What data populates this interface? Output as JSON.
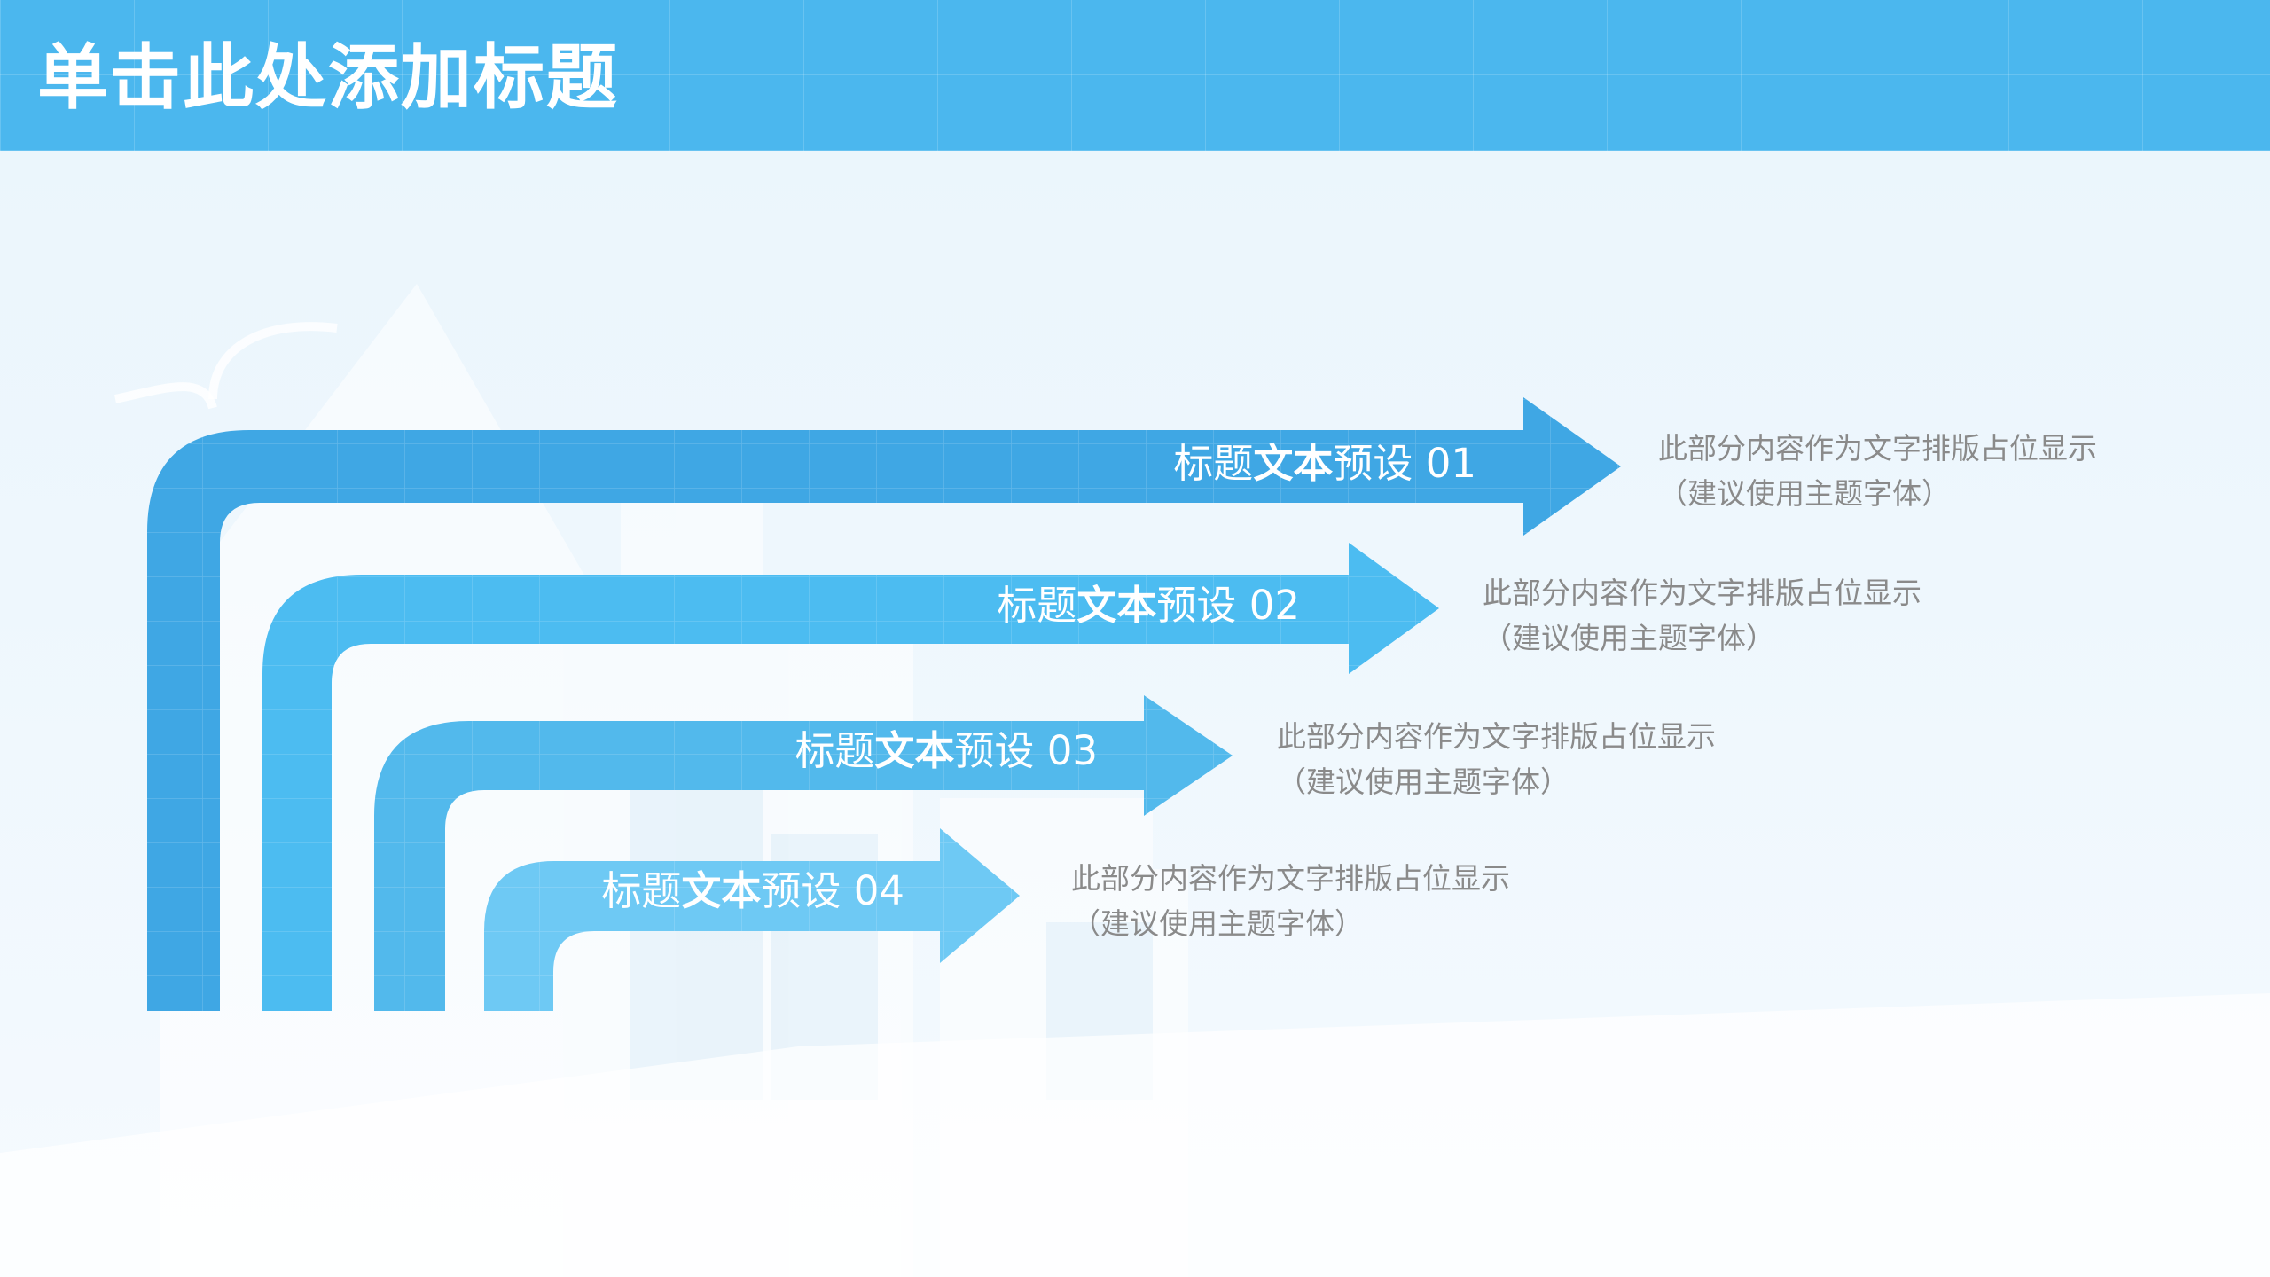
{
  "slide": {
    "title": "单击此处添加标题"
  },
  "colors": {
    "header": "#4bb7ee",
    "arrow_1": "#3fa7e4",
    "arrow_2": "#4cbcf1",
    "arrow_3": "#52b9ec",
    "arrow_4": "#6ec9f4",
    "label_text": "#ffffff",
    "description_text": "#8a8a8a"
  },
  "icons": {
    "arrow": "right-arrow-icon"
  },
  "steps": [
    {
      "label_light": "标题",
      "label_bold": "文本",
      "label_rest": "预设 01",
      "description_line1": "此部分内容作为文字排版占位显示",
      "description_line2": "（建议使用主题字体）"
    },
    {
      "label_light": "标题",
      "label_bold": "文本",
      "label_rest": "预设 02",
      "description_line1": "此部分内容作为文字排版占位显示",
      "description_line2": "（建议使用主题字体）"
    },
    {
      "label_light": "标题",
      "label_bold": "文本",
      "label_rest": "预设 03",
      "description_line1": "此部分内容作为文字排版占位显示",
      "description_line2": "（建议使用主题字体）"
    },
    {
      "label_light": "标题",
      "label_bold": "文本",
      "label_rest": "预设 04",
      "description_line1": "此部分内容作为文字排版占位显示",
      "description_line2": "（建议使用主题字体）"
    }
  ]
}
